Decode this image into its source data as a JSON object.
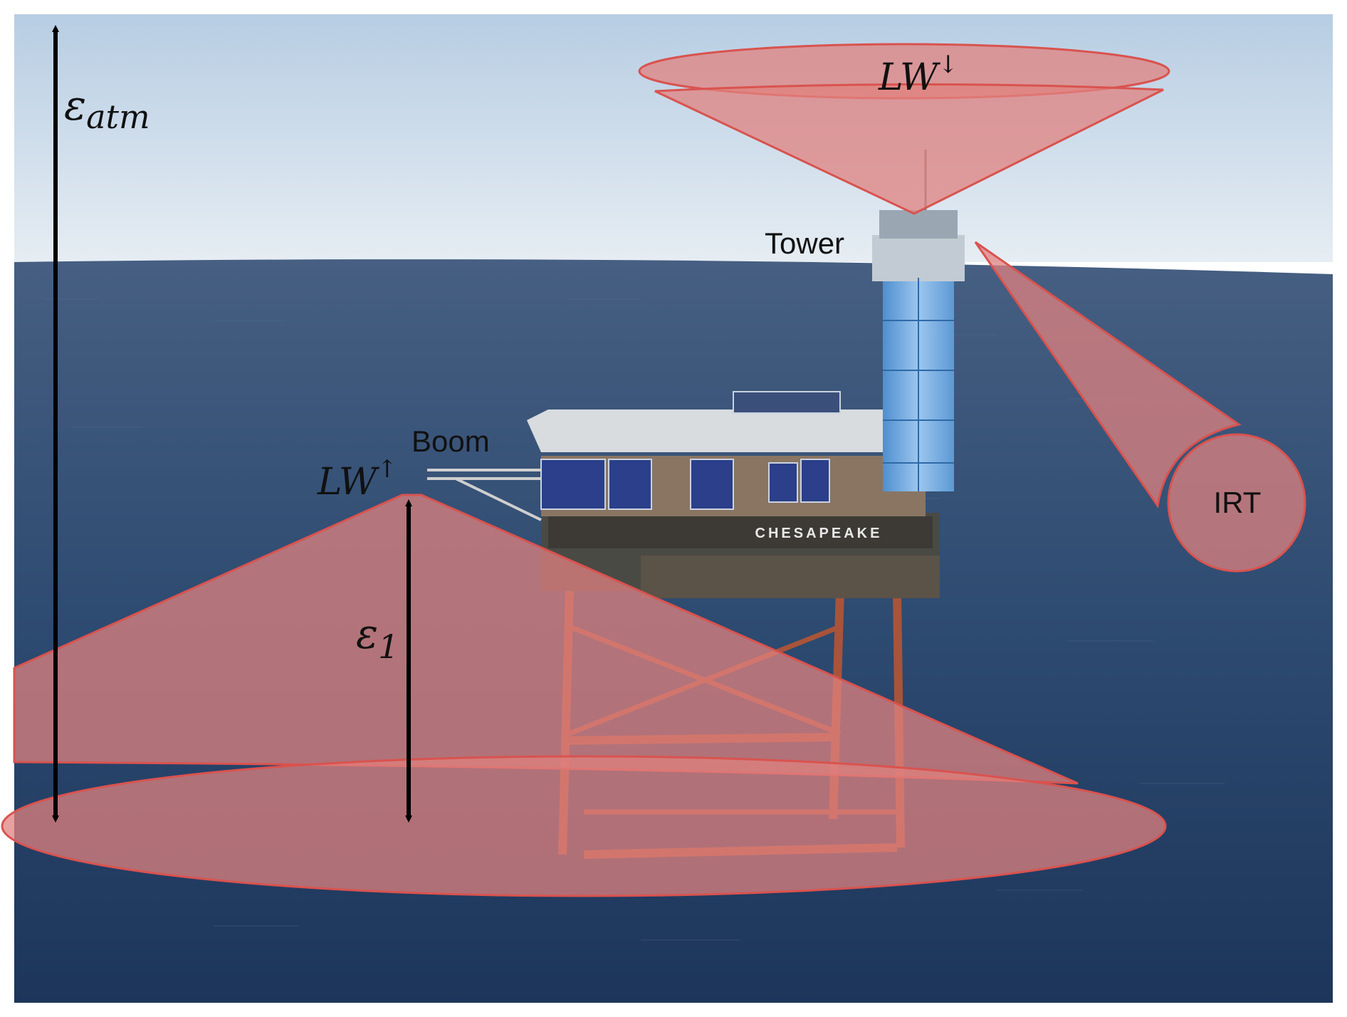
{
  "labels": {
    "eps_atm": {
      "base": "ε",
      "sub": "atm"
    },
    "eps_1": {
      "base": "ε",
      "sub": "1"
    },
    "lw_down": {
      "base": "LW",
      "sup": "↓"
    },
    "lw_up": {
      "base": "LW",
      "sup": "↑"
    },
    "tower": "Tower",
    "boom": "Boom",
    "irt": "IRT",
    "platform_name": "CHESAPEAKE"
  },
  "colors": {
    "cone_fill": "#e0827f",
    "cone_stroke": "#d9534f",
    "sky_top": "#bfd2e6",
    "sky_bottom": "#e4ecf2",
    "sea_top": "#3d5b82",
    "sea_bottom": "#1f3a60",
    "arrow": "#000000"
  }
}
